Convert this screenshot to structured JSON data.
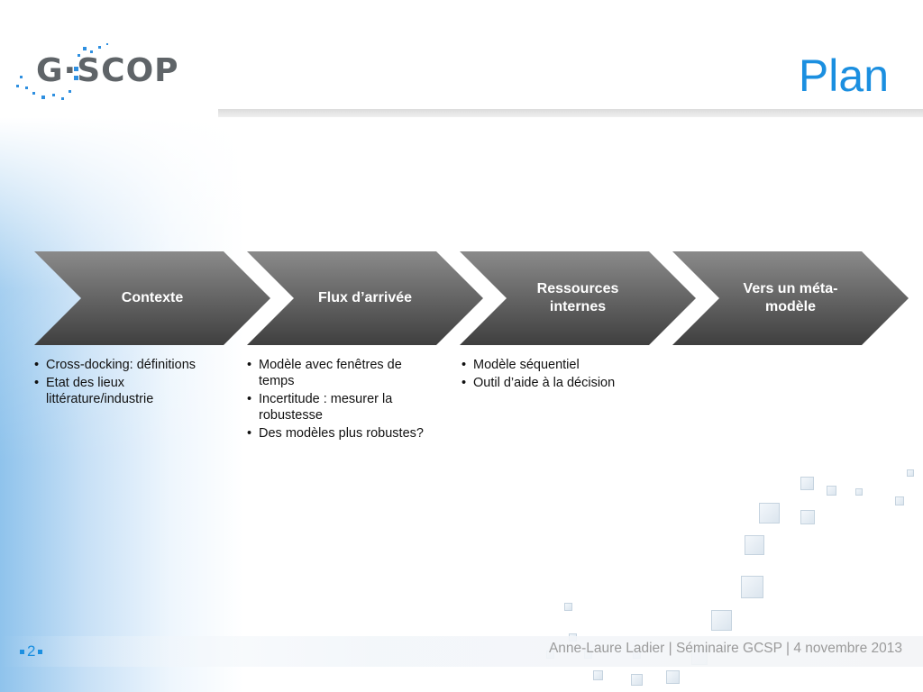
{
  "logo": {
    "text": "G·SCOP"
  },
  "title": "Plan",
  "steps": [
    {
      "label": "Contexte",
      "bullets": [
        "Cross-docking: définitions",
        "Etat des lieux littérature/industrie"
      ]
    },
    {
      "label": "Flux d’arrivée",
      "bullets": [
        "Modèle avec fenêtres de temps",
        "Incertitude : mesurer la robustesse",
        "Des modèles plus robustes?"
      ]
    },
    {
      "label": "Ressources internes",
      "bullets": [
        "Modèle séquentiel",
        "Outil d’aide à la décision"
      ]
    },
    {
      "label": "Vers un méta-modèle",
      "bullets": []
    }
  ],
  "footer": {
    "page_number": "2",
    "text": "Anne-Laure Ladier | Séminaire GCSP | 4 novembre 2013"
  },
  "colors": {
    "title": "#1b8fe0",
    "chevron_top": "#8a8a8a",
    "chevron_bottom": "#3f3f3f",
    "logo_gray": "#5f6468",
    "logo_blue": "#2e8fe0"
  }
}
